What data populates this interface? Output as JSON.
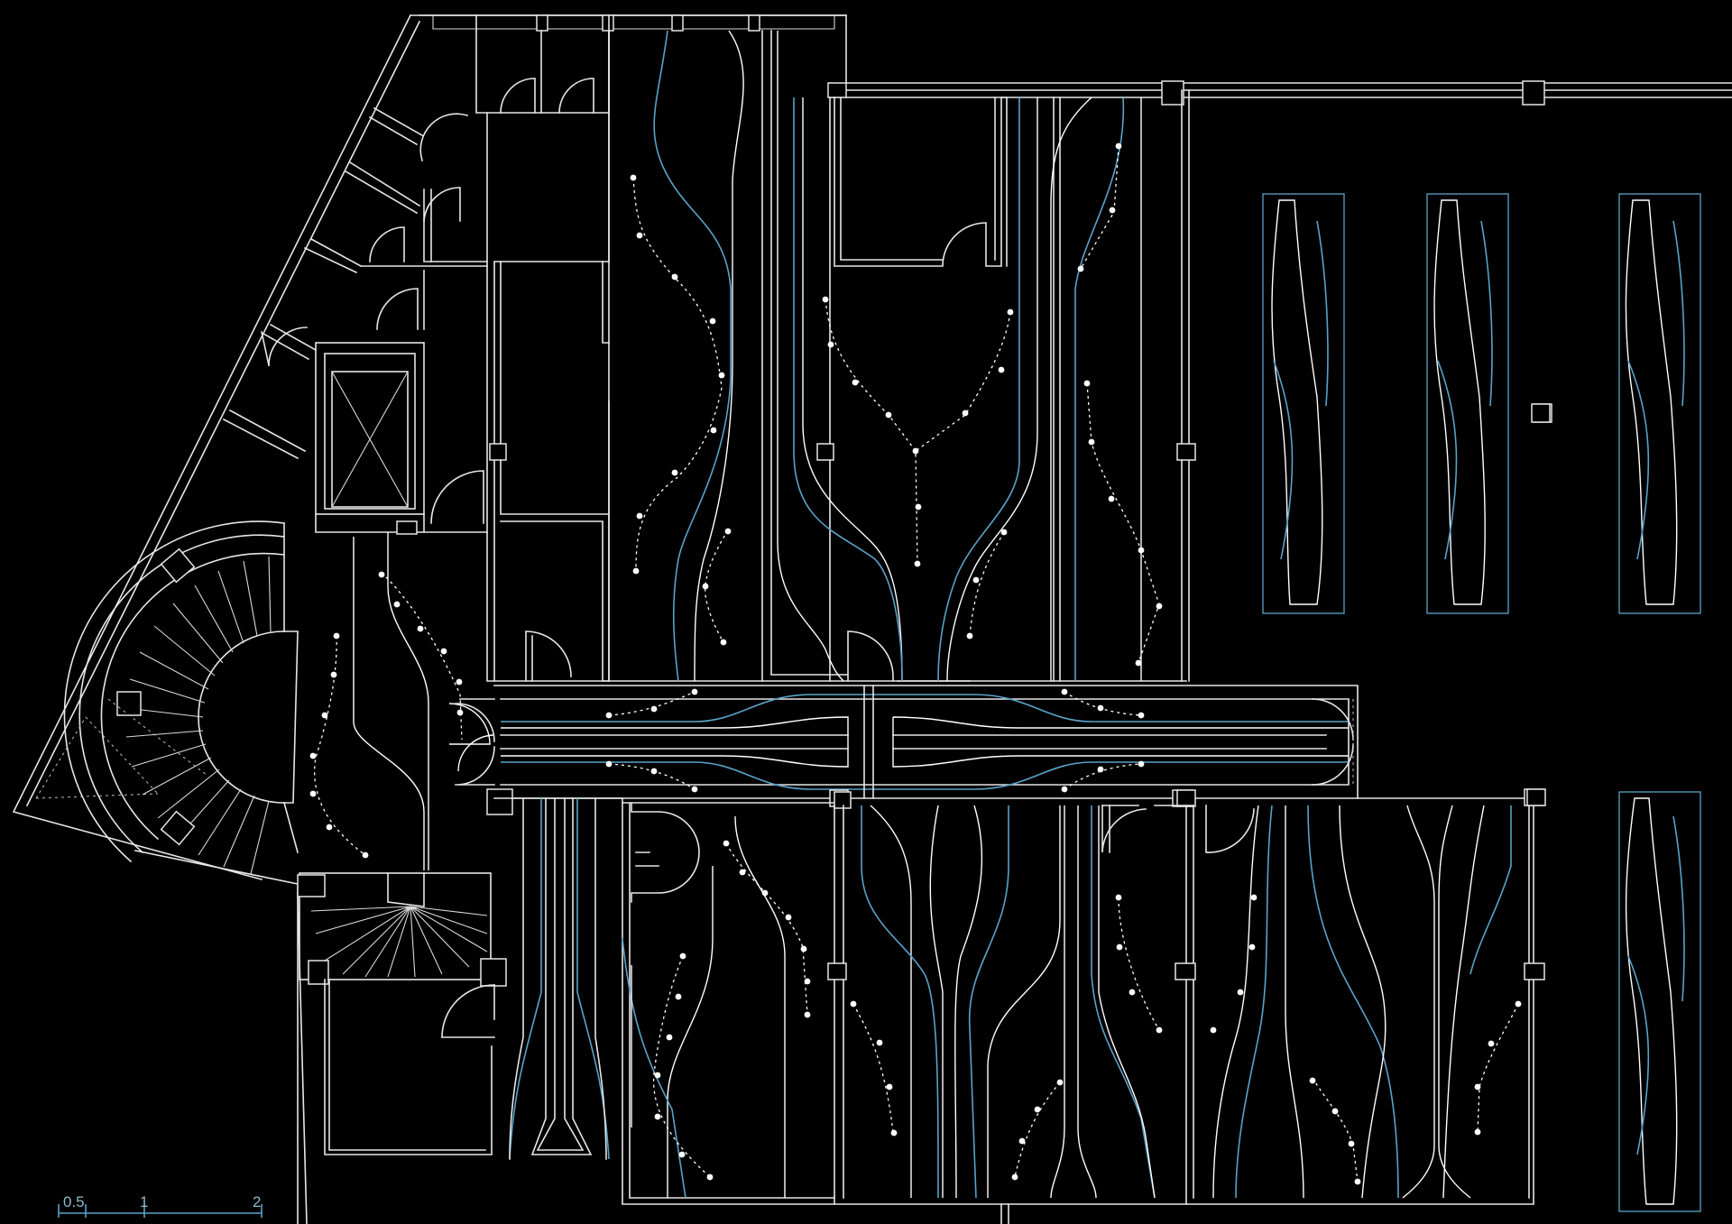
{
  "drawing": {
    "type": "floor-plan",
    "colors": {
      "background": "#000000",
      "walls": "#e6e6e6",
      "curves_blue": "#5aa2c8",
      "scale_bar": "#5aa2c8"
    },
    "scale_bar": {
      "labels": [
        "0.5",
        "1",
        "2"
      ]
    }
  }
}
